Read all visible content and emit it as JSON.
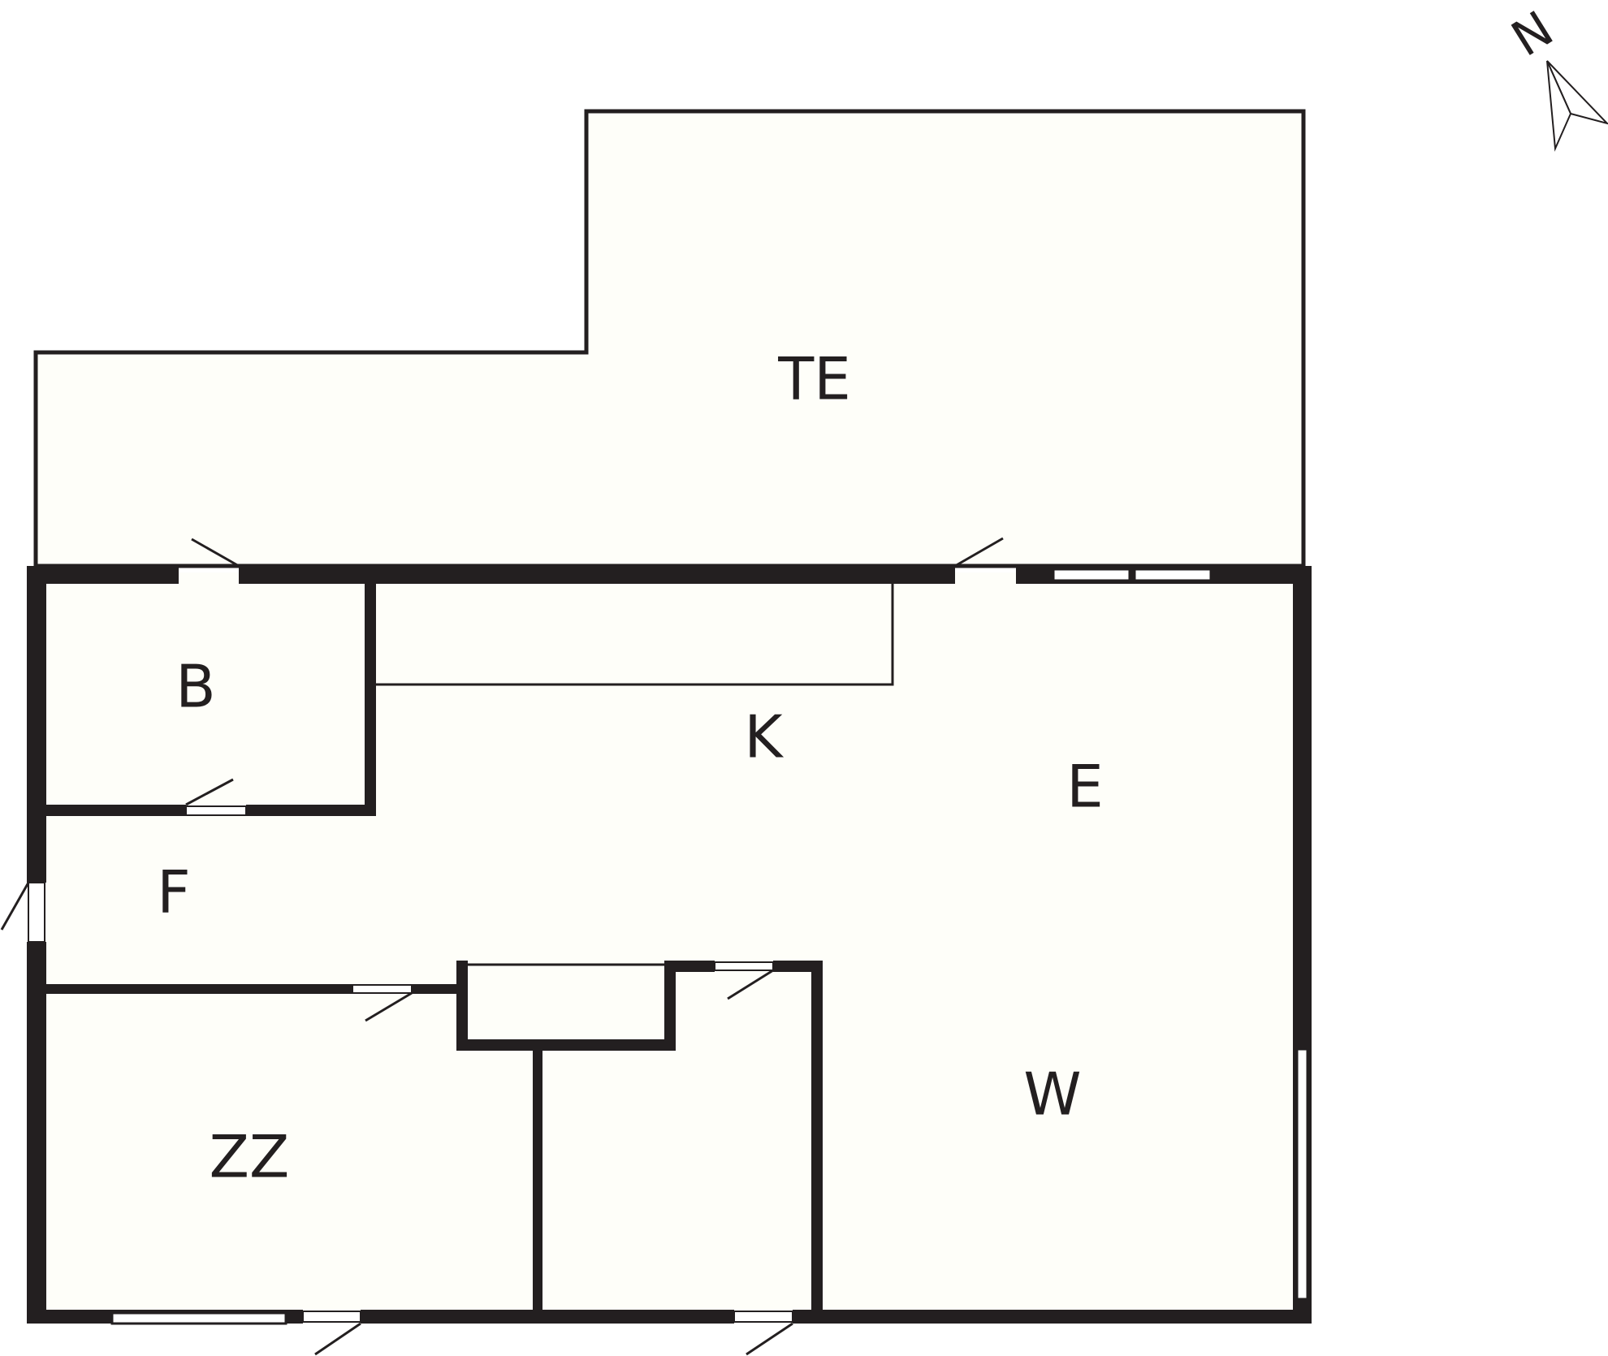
{
  "rooms": {
    "te": "TE",
    "b": "B",
    "k": "K",
    "e": "E",
    "f": "F",
    "w": "W",
    "zz": "ZZ"
  },
  "compass": {
    "label": "N",
    "icon": "north-arrow-icon"
  },
  "colors": {
    "wall": "#231f20",
    "floor": "#fefef9",
    "background": "#ffffff"
  }
}
